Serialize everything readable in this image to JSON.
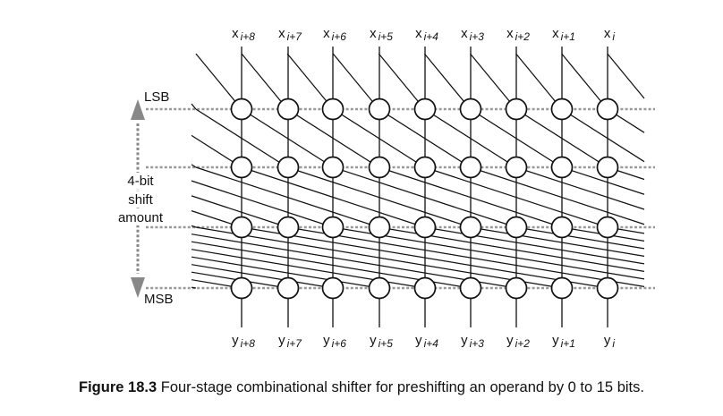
{
  "inputs": [
    {
      "base": "x",
      "sub": "i+8"
    },
    {
      "base": "x",
      "sub": "i+7"
    },
    {
      "base": "x",
      "sub": "i+6"
    },
    {
      "base": "x",
      "sub": "i+5"
    },
    {
      "base": "x",
      "sub": "i+4"
    },
    {
      "base": "x",
      "sub": "i+3"
    },
    {
      "base": "x",
      "sub": "i+2"
    },
    {
      "base": "x",
      "sub": "i+1"
    },
    {
      "base": "x",
      "sub": "i"
    }
  ],
  "outputs": [
    {
      "base": "y",
      "sub": "i+8"
    },
    {
      "base": "y",
      "sub": "i+7"
    },
    {
      "base": "y",
      "sub": "i+6"
    },
    {
      "base": "y",
      "sub": "i+5"
    },
    {
      "base": "y",
      "sub": "i+4"
    },
    {
      "base": "y",
      "sub": "i+3"
    },
    {
      "base": "y",
      "sub": "i+2"
    },
    {
      "base": "y",
      "sub": "i+1"
    },
    {
      "base": "y",
      "sub": "i"
    }
  ],
  "stages": [
    {
      "shift": 1,
      "label": "LSB"
    },
    {
      "shift": 2,
      "label": ""
    },
    {
      "shift": 4,
      "label": ""
    },
    {
      "shift": 8,
      "label": "MSB"
    }
  ],
  "shift_amount_label": [
    "4-bit",
    "shift",
    "amount"
  ],
  "caption": {
    "figure": "Figure 18.3",
    "text": "Four-stage combinational shifter for preshifting an operand by 0 to 15 bits."
  },
  "colors": {
    "line": "#111111",
    "control": "#999999",
    "arrow": "#888888"
  }
}
